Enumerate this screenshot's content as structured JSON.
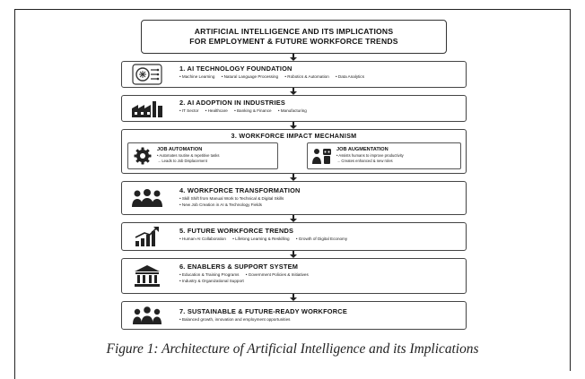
{
  "title": {
    "line1": "ARTIFICIAL INTELLIGENCE AND ITS IMPLICATIONS",
    "line2": "FOR EMPLOYMENT & FUTURE WORKFORCE TRENDS"
  },
  "stages": [
    {
      "heading": "1. AI TECHNOLOGY FOUNDATION",
      "icon": "brain-chip-icon",
      "bullets": [
        "• Machine Learning",
        "• Natural Language Processing",
        "• Robotics & Automation",
        "• Data Analytics"
      ]
    },
    {
      "heading": "2. AI ADOPTION IN INDUSTRIES",
      "icon": "factory-icon",
      "bullets": [
        "• IT Sector",
        "• Healthcare",
        "• Banking & Finance",
        "• Manufacturing"
      ]
    },
    {
      "heading": "3. WORKFORCE IMPACT MECHANISM",
      "automation": {
        "title": "JOB AUTOMATION",
        "icon": "gear-icon",
        "bullets": [
          "• Automates routine & repetitive tasks",
          "→ Leads to Job Displacement"
        ]
      },
      "augmentation": {
        "title": "JOB AUGMENTATION",
        "icon": "person-robot-icon",
        "bullets": [
          "• Assists humans to improve productivity",
          "→ Creates enhanced & new roles"
        ]
      }
    },
    {
      "heading": "4. WORKFORCE TRANSFORMATION",
      "icon": "people-group-icon",
      "bullets": [
        "• Skill Shift from Manual Work to Technical & Digital Skills",
        "• New Job Creation in AI & Technology Fields"
      ]
    },
    {
      "heading": "5. FUTURE WORKFORCE TRENDS",
      "icon": "growth-chart-icon",
      "bullets": [
        "• Human-AI Collaboration",
        "• Lifelong Learning & Reskilling",
        "• Growth of Digital Economy"
      ]
    },
    {
      "heading": "6. ENABLERS & SUPPORT SYSTEM",
      "icon": "institution-icon",
      "bullets": [
        "• Education & Training Programs",
        "• Government Policies & Initiatives",
        "• Industry & Organizational Support"
      ]
    },
    {
      "heading": "7. SUSTAINABLE & FUTURE-READY WORKFORCE",
      "icon": "team-icon",
      "bullets": [
        "• Balanced growth, innovation and employment opportunities"
      ]
    }
  ],
  "caption": "Figure 1: Architecture of Artificial Intelligence and its Implications",
  "colors": {
    "ink": "#222222",
    "border": "#444444",
    "background": "#ffffff"
  }
}
